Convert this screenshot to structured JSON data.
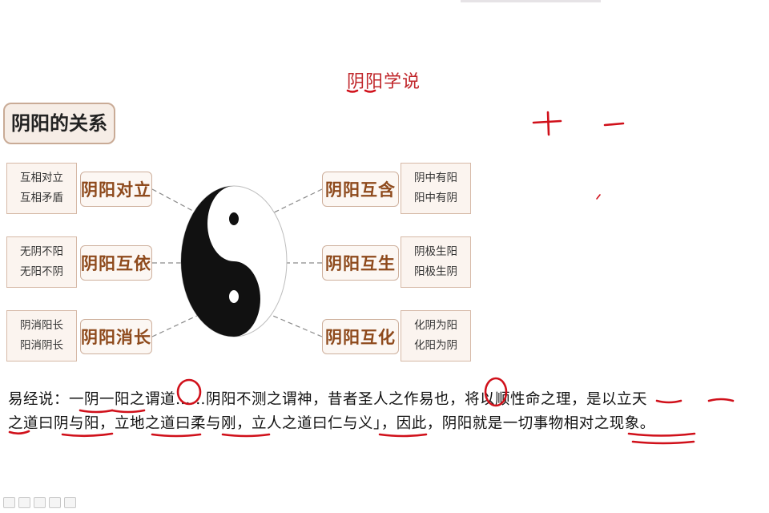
{
  "slide": {
    "title": "阴阳学说"
  },
  "section": {
    "title": "阴阳的关系"
  },
  "left_items": [
    {
      "lines": [
        "互相对立",
        "互相矛盾"
      ],
      "label": "阴阳对立"
    },
    {
      "lines": [
        "无阴不阳",
        "无阳不阴"
      ],
      "label": "阴阳互依"
    },
    {
      "lines": [
        "阴消阳长",
        "阳消阴长"
      ],
      "label": "阴阳消长"
    }
  ],
  "right_items": [
    {
      "label": "阴阳互含",
      "lines": [
        "阴中有阳",
        "阳中有阴"
      ]
    },
    {
      "label": "阴阳互生",
      "lines": [
        "阴极生阳",
        "阳极生阴"
      ]
    },
    {
      "label": "阴阳互化",
      "lines": [
        "化阴为阳",
        "化阳为阴"
      ]
    }
  ],
  "quote": {
    "line1": "易经说：一阴一阳之谓道……阴阳不测之谓神，昔者圣人之作易也，将以顺性命之理，是以立天",
    "line2": "之道曰阴与阳，立地之道曰柔与刚，立人之道曰仁与义」，因此，阴阳就是一切事物相对之现象。"
  },
  "annotations": {
    "plus": "+",
    "minus": "−",
    "ink_color": "#d0101a"
  },
  "colors": {
    "label_text": "#8e4a1c",
    "box_border": "#d6b9a7",
    "title_red": "#c0262a"
  },
  "toolbar": {
    "icons": [
      "arrow-icon",
      "pen-icon",
      "box-icon",
      "eraser-icon",
      "play-icon"
    ]
  }
}
